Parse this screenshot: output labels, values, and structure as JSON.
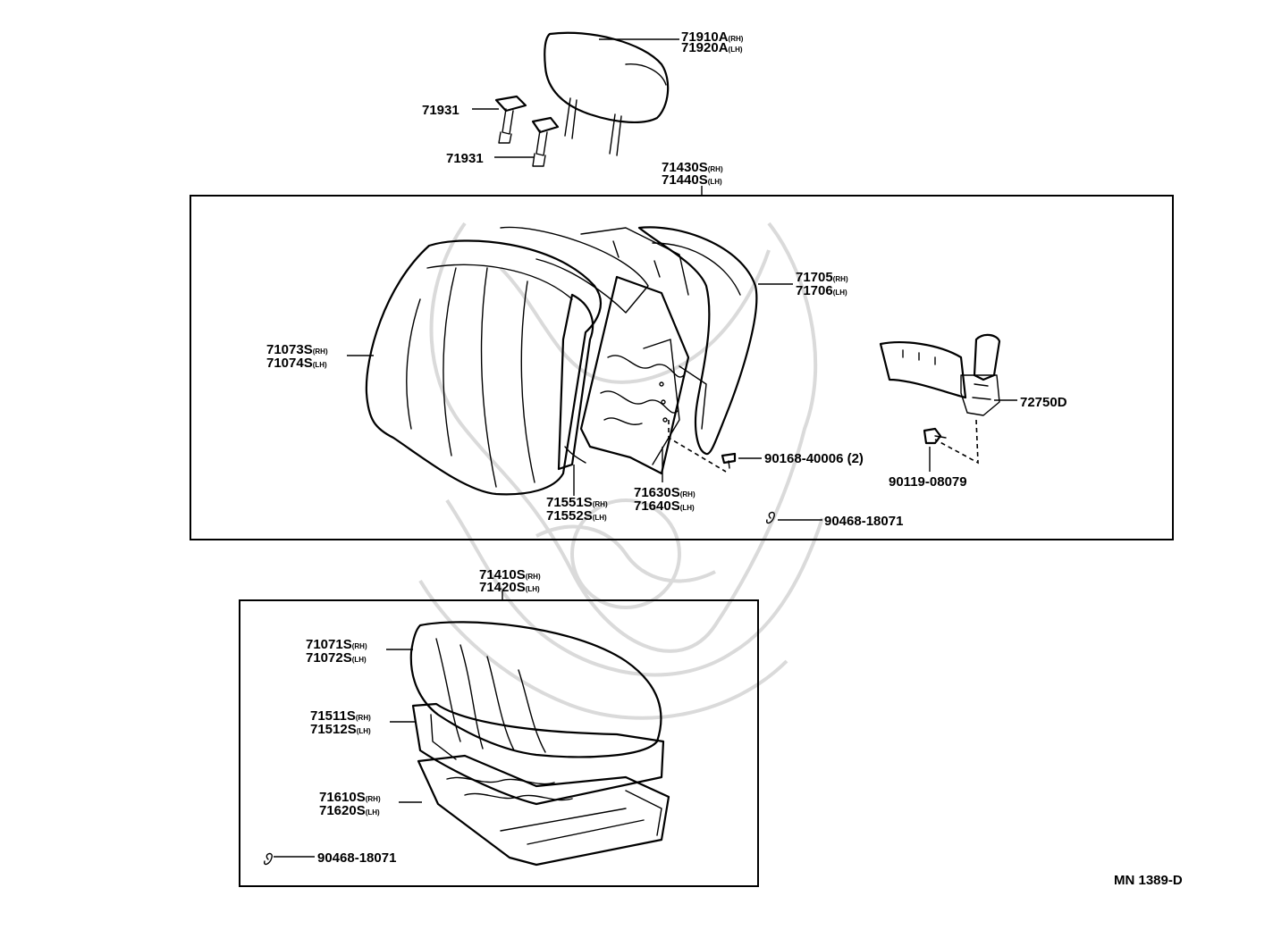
{
  "diagram": {
    "labels": {
      "headrest_rh": "71910A",
      "headrest_lh": "71920A",
      "support_upper": "71931",
      "support_lower": "71931",
      "back_assy_rh": "71430S",
      "back_assy_lh": "71440S",
      "back_cover_rh": "71073S",
      "back_cover_lh": "71074S",
      "back_frame_rh": "71705",
      "back_frame_lh": "71706",
      "recliner": "72750D",
      "back_pad_rh": "71551S",
      "back_pad_lh": "71552S",
      "back_spring_rh": "71630S",
      "back_spring_lh": "71640S",
      "screw": "90168-40006 (2)",
      "bolt": "90119-08079",
      "hog_ring_back": "90468-18071",
      "cushion_assy_rh": "71410S",
      "cushion_assy_lh": "71420S",
      "cushion_cover_rh": "71071S",
      "cushion_cover_lh": "71072S",
      "cushion_pad_rh": "71511S",
      "cushion_pad_lh": "71512S",
      "cushion_spring_rh": "71610S",
      "cushion_spring_lh": "71620S",
      "hog_ring_cushion": "90468-18071",
      "catalog_code": "MN 1389-D"
    },
    "side_rh": "(RH)",
    "side_lh": "(LH)"
  }
}
